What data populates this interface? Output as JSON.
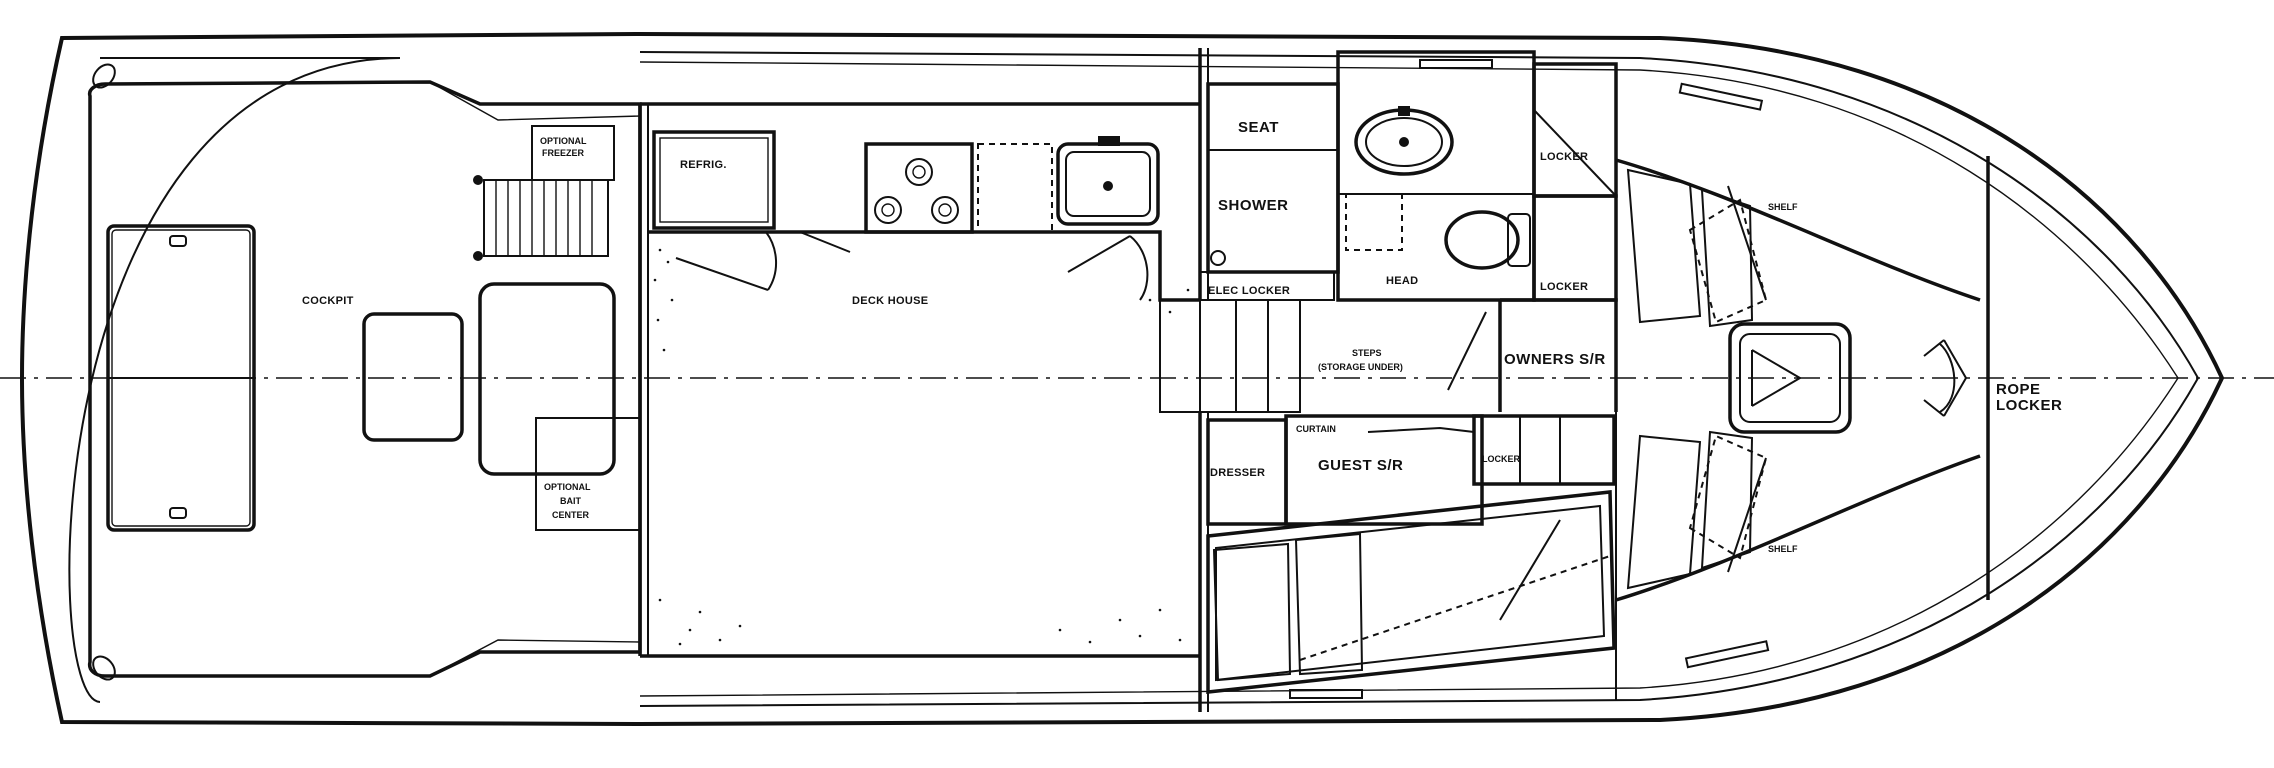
{
  "labels": {
    "optional_freezer": [
      "OPTIONAL",
      "FREEZER"
    ],
    "refrig": "REFRIG.",
    "seat": "SEAT",
    "shower": "SHOWER",
    "locker_upper": "LOCKER",
    "shelf_upper": "SHELF",
    "cockpit": "COCKPIT",
    "deck_house": "DECK HOUSE",
    "head": "HEAD",
    "elec_locker": "ELEC LOCKER",
    "locker_mid": "LOCKER",
    "steps": [
      "STEPS",
      "(STORAGE UNDER)"
    ],
    "owners_sr": "OWNERS S/R",
    "rope_locker": [
      "ROPE",
      "LOCKER"
    ],
    "curtain": "CURTAIN",
    "guest_sr": "GUEST S/R",
    "dresser": "DRESSER",
    "locker_small": "LOCKER",
    "optional_bait_center": [
      "OPTIONAL",
      "BAIT",
      "CENTER"
    ],
    "shelf_lower": "SHELF"
  },
  "colors": {
    "ink": "#111111",
    "paper": "#ffffff"
  }
}
